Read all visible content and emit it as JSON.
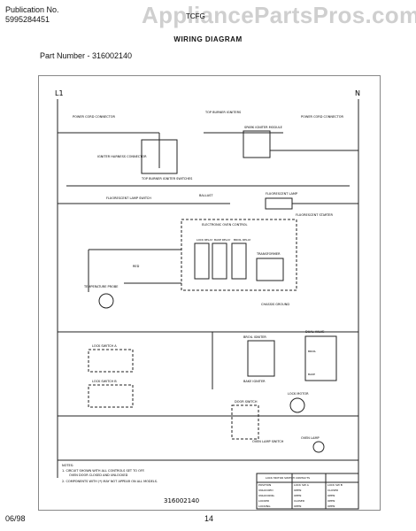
{
  "header": {
    "publication_label": "Publication No.",
    "publication_number": "5995284451",
    "model": "TCFG",
    "watermark": "AppliancePartsPros.com"
  },
  "title": "WIRING DIAGRAM",
  "part_number": "Part Number - 316002140",
  "diagram": {
    "lines": {
      "l1": "L1",
      "n": "N"
    },
    "labels": {
      "power_cord": "POWER CORD CONNECTOR",
      "power_cord_right": "POWER CORD CONNECTOR",
      "igniter_harness": "IGNITER HARNESS CONNECTOR",
      "top_burner_switches": "TOP BURNER IGNITER SWITCHES",
      "top_burner_igniters": "TOP BURNER IGNITERS",
      "spark_module": "SPARK IGNITER MODULE",
      "fluorescent_switch": "FLUORESCENT LAMP SWITCH",
      "ballast": "BALLAST",
      "fluorescent_lamp": "FLUORESCENT LAMP",
      "fluorescent_starter": "FLUORESCENT STARTER",
      "oven_control": "ELECTRONIC OVEN CONTROL",
      "transformer": "TRANSFORMER",
      "temperature_probe": "TEMPERATURE PROBE",
      "red": "RED",
      "chassis_ground": "CHASSIS GROUND",
      "broil_igniter": "BROIL IGNITER",
      "bake_igniter": "BAKE IGNITER",
      "dual_valve": "DUAL VALVE",
      "broil": "BROIL",
      "bake": "BAKE",
      "lock_switch_a": "LOCK SWITCH A",
      "lock_switch_b": "LOCK SWITCH B",
      "door_switch": "DOOR SWITCH",
      "lock_motor": "LOCK MOTOR",
      "oven_lamp": "OVEN LAMP",
      "oven_lamp_switch": "OVEN LAMP SWITCH",
      "relay_lock": "LOCK RELAY",
      "relay_bake": "BAKE RELAY",
      "relay_broil": "BROIL RELAY"
    },
    "notes": {
      "heading": "NOTES:",
      "note1": "1. CIRCUIT SHOWN WITH ALL CONTROLS SET TO OFF.",
      "note1b": "OVEN DOOR CLOSED AND UNLOCKED",
      "note2": "2. COMPONENTS WITH (*) MAY NOT APPEAR ON ALL MODELS."
    },
    "drawing_number": "316002140",
    "table": {
      "title": "LOCK MOTOR SWITCH CONTACTS",
      "header": [
        "POSITION",
        "LOCK SW A",
        "LOCK SW B"
      ],
      "rows": [
        [
          "UNLOCKED",
          "OPEN",
          "CLOSED"
        ],
        [
          "UNLOCKING",
          "OPEN",
          "OPEN"
        ],
        [
          "LOCKED",
          "CLOSED",
          "OPEN"
        ],
        [
          "LOCKING",
          "OPEN",
          "OPEN"
        ]
      ]
    }
  },
  "footer": {
    "date": "06/98",
    "page": "14"
  }
}
